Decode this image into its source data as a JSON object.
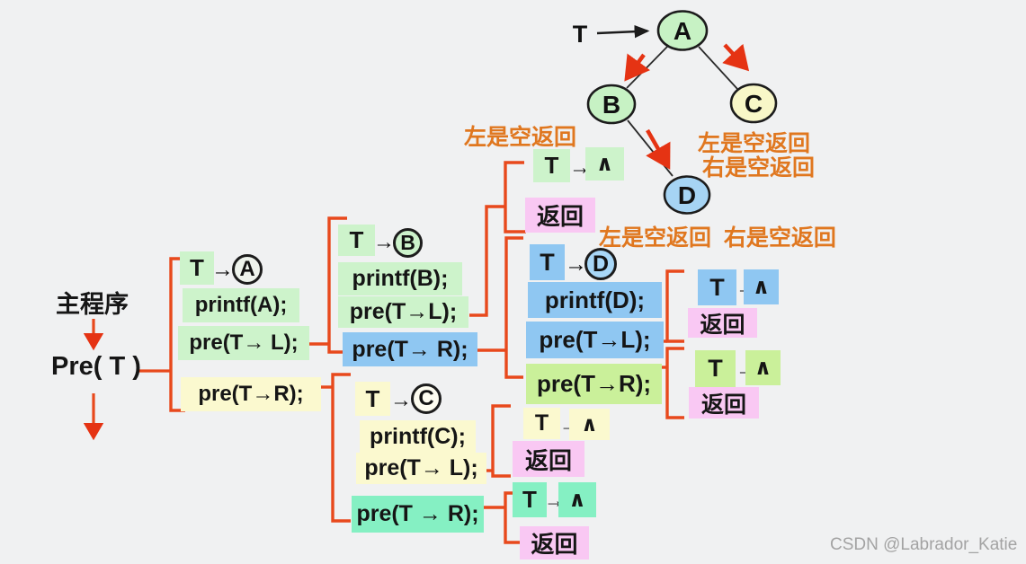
{
  "main": {
    "label": "主程序",
    "call": "Pre( T )"
  },
  "tree": {
    "pointer": "T",
    "nodes": {
      "a": "A",
      "b": "B",
      "c": "C",
      "d": "D"
    }
  },
  "glyphs": {
    "arrow": "→",
    "nil": "∧"
  },
  "stacks": {
    "a": {
      "t": "T",
      "node": "A",
      "printf": "printf(A);",
      "pre_l": "pre(T→ L);",
      "pre_r": "pre(T→R);"
    },
    "b": {
      "t": "T",
      "node": "B",
      "printf": "printf(B);",
      "pre_l": "pre(T→L);",
      "pre_r": "pre(T→ R);"
    },
    "c": {
      "t": "T",
      "node": "C",
      "printf": "printf(C);",
      "pre_l": "pre(T→ L);",
      "pre_r": "pre(T → R);"
    },
    "d": {
      "t": "T",
      "node": "D",
      "printf": "printf(D);",
      "pre_l": "pre(T→L);",
      "pre_r": "pre(T→R);"
    }
  },
  "nulls": {
    "b_left": {
      "t": "T",
      "nil": "∧",
      "ret": "返回"
    },
    "d_left": {
      "t": "T",
      "nil": "∧",
      "ret": "返回"
    },
    "d_right": {
      "t": "T",
      "nil": "∧",
      "ret": "返回"
    },
    "c_left": {
      "t": "T",
      "nil": "∧",
      "ret": "返回"
    },
    "c_right": {
      "t": "T",
      "nil": "∧",
      "ret": "返回"
    }
  },
  "annotations": {
    "b_left": "左是空返回",
    "c_line1": "左是空返回",
    "c_line2": "右是空返回",
    "d_line": "左是空返回  右是空返回"
  },
  "watermark": "CSDN @Labrador_Katie",
  "colors": {
    "box_green": "#cdf3cb",
    "box_yellow": "#fbf9cf",
    "box_blue": "#8fc7f2",
    "box_lime": "#caf09a",
    "box_mint": "#85f0c3",
    "box_pink": "#f9c8f3",
    "orange_text": "#e0771f",
    "connector_red": "#e8491c",
    "arrow_red": "#e53313",
    "node_green": "#c7f2c4",
    "node_yellow": "#f8f7c8",
    "node_blue": "#a6d4f4",
    "background": "#f0f1f2"
  }
}
